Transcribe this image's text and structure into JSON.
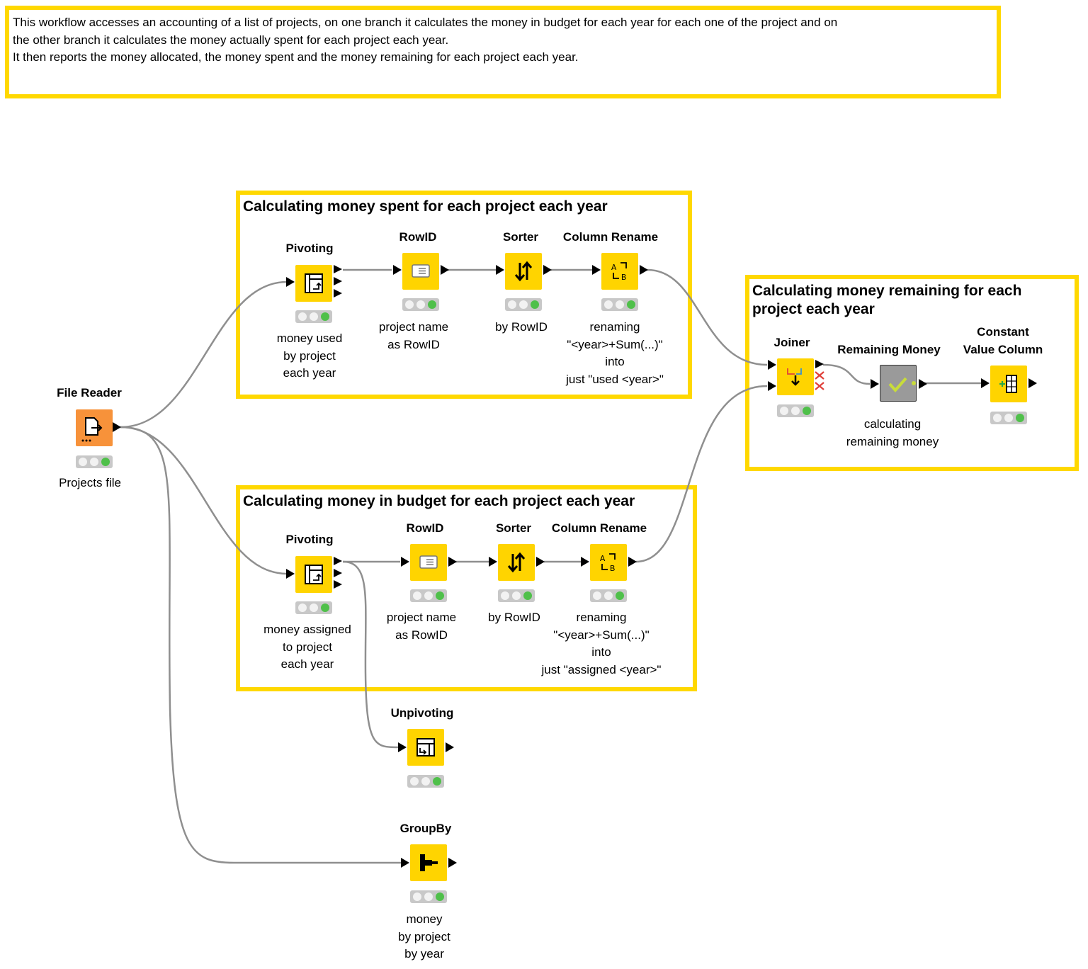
{
  "description": {
    "lines": [
      "This workflow accesses an accounting of a list of projects, on one branch it calculates the money in budget for each year for each one of the project and on",
      "the other branch it calculates the money actually spent for each project each year.",
      "It then reports the money allocated, the money spent and the money remaining for each project each year."
    ]
  },
  "annotations": {
    "spent": "Calculating money spent for each project each year",
    "budget": "Calculating money in budget for each project each year",
    "remaining": "Calculating money remaining for each\nproject each year"
  },
  "nodes": {
    "file_reader": {
      "title": "File Reader",
      "label": "Projects file",
      "status": "executed",
      "icon": "file-reader-icon"
    },
    "pivot_spent": {
      "title": "Pivoting",
      "label": "money used\nby project\neach year",
      "status": "executed",
      "icon": "pivoting-icon"
    },
    "rowid_spent": {
      "title": "RowID",
      "label": "project name\nas RowID",
      "status": "executed",
      "icon": "rowid-icon"
    },
    "sorter_spent": {
      "title": "Sorter",
      "label": "by RowID",
      "status": "executed",
      "icon": "sorter-icon"
    },
    "rename_spent": {
      "title": "Column Rename",
      "label": "renaming\n\"<year>+Sum(...)\"\ninto\njust \"used <year>\"",
      "status": "executed",
      "icon": "column-rename-icon"
    },
    "pivot_budget": {
      "title": "Pivoting",
      "label": "money assigned\nto project\neach year",
      "status": "executed",
      "icon": "pivoting-icon"
    },
    "rowid_budget": {
      "title": "RowID",
      "label": "project name\nas RowID",
      "status": "executed",
      "icon": "rowid-icon"
    },
    "sorter_budget": {
      "title": "Sorter",
      "label": "by RowID",
      "status": "executed",
      "icon": "sorter-icon"
    },
    "rename_budget": {
      "title": "Column Rename",
      "label": "renaming\n\"<year>+Sum(...)\"\ninto\njust \"assigned <year>\"",
      "status": "executed",
      "icon": "column-rename-icon"
    },
    "joiner": {
      "title": "Joiner",
      "label": "",
      "status": "executed",
      "icon": "joiner-icon"
    },
    "remaining": {
      "title": "Remaining Money",
      "label": "calculating\nremaining money",
      "status": "metanode",
      "icon": "metanode-check-icon"
    },
    "constant": {
      "title": "Constant\nValue Column",
      "label": "",
      "status": "executed",
      "icon": "constant-value-column-icon"
    },
    "unpivot": {
      "title": "Unpivoting",
      "label": "",
      "status": "executed",
      "icon": "unpivoting-icon"
    },
    "groupby": {
      "title": "GroupBy",
      "label": "money\nby project\nby year",
      "status": "executed",
      "icon": "groupby-icon"
    }
  },
  "colors": {
    "annotation_border": "#FFD800",
    "manipulator": "#FFD400",
    "source": "#F7923A",
    "metanode": "#9a9a9a",
    "wire": "#8f8f8f",
    "status_green": "#4fc04a"
  }
}
